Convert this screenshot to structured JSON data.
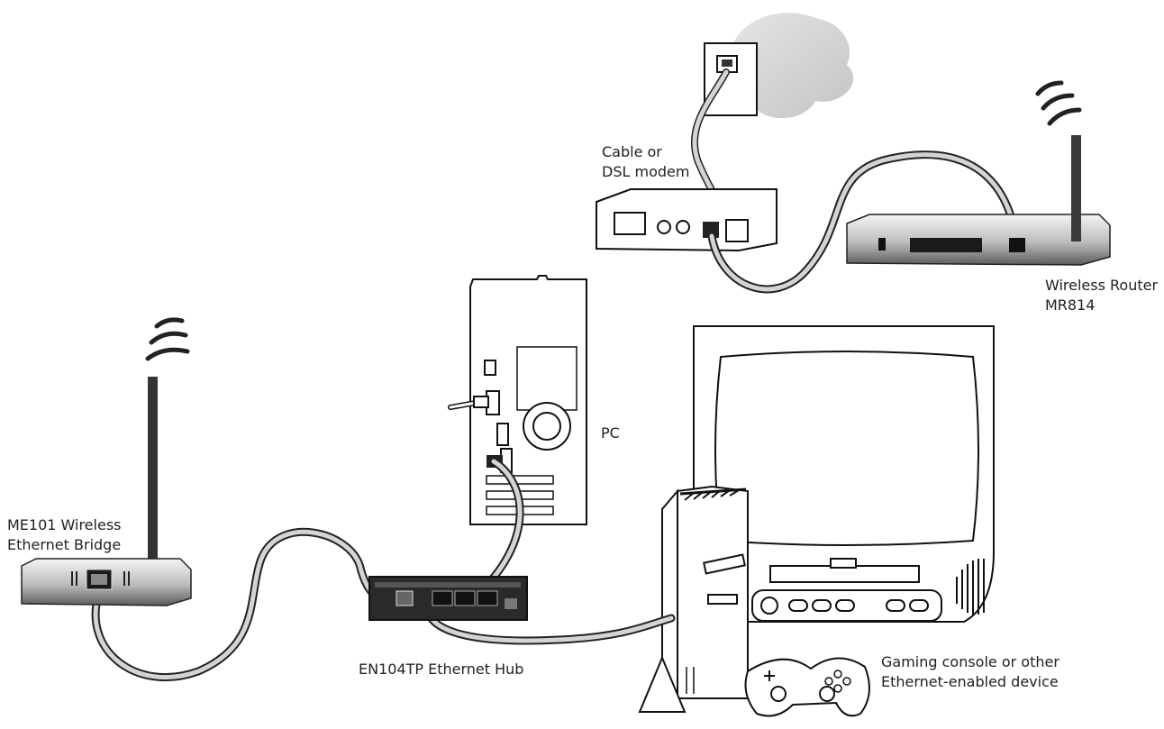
{
  "labels": {
    "modem": [
      "Cable  or",
      "DSL modem"
    ],
    "router": [
      "Wireless Router",
      "MR814"
    ],
    "pc": "PC",
    "bridge": [
      "ME101 Wireless",
      "Ethernet Bridge"
    ],
    "hub": "EN104TP Ethernet Hub",
    "console": [
      "Gaming console or other",
      "Ethernet-enabled device"
    ]
  },
  "icons": {
    "cloud": "internet-cloud-icon",
    "wall_jack": "phone-wall-jack-icon",
    "wifi": "wifi-waves-icon"
  }
}
